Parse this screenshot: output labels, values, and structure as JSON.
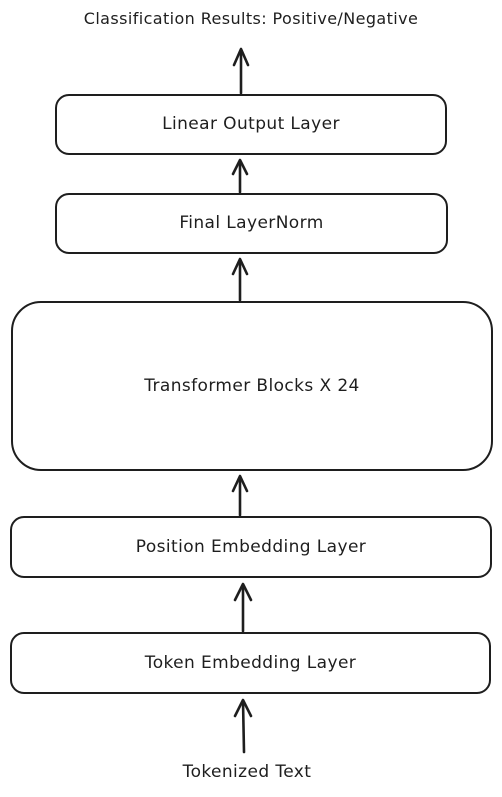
{
  "diagram": {
    "output_label": "Classification Results: Positive/Negative",
    "input_label": "Tokenized Text",
    "nodes": {
      "linear_output": "Linear Output Layer",
      "final_layernorm": "Final LayerNorm",
      "transformer_blocks": "Transformer Blocks X 24",
      "position_embedding": "Position Embedding Layer",
      "token_embedding": "Token Embedding Layer"
    },
    "edges": [
      {
        "from": "input",
        "to": "token_embedding"
      },
      {
        "from": "token_embedding",
        "to": "position_embedding"
      },
      {
        "from": "position_embedding",
        "to": "transformer_blocks"
      },
      {
        "from": "transformer_blocks",
        "to": "final_layernorm"
      },
      {
        "from": "final_layernorm",
        "to": "linear_output"
      },
      {
        "from": "linear_output",
        "to": "output"
      }
    ],
    "stroke_color": "#1e1e1e",
    "background_color": "#ffffff"
  }
}
